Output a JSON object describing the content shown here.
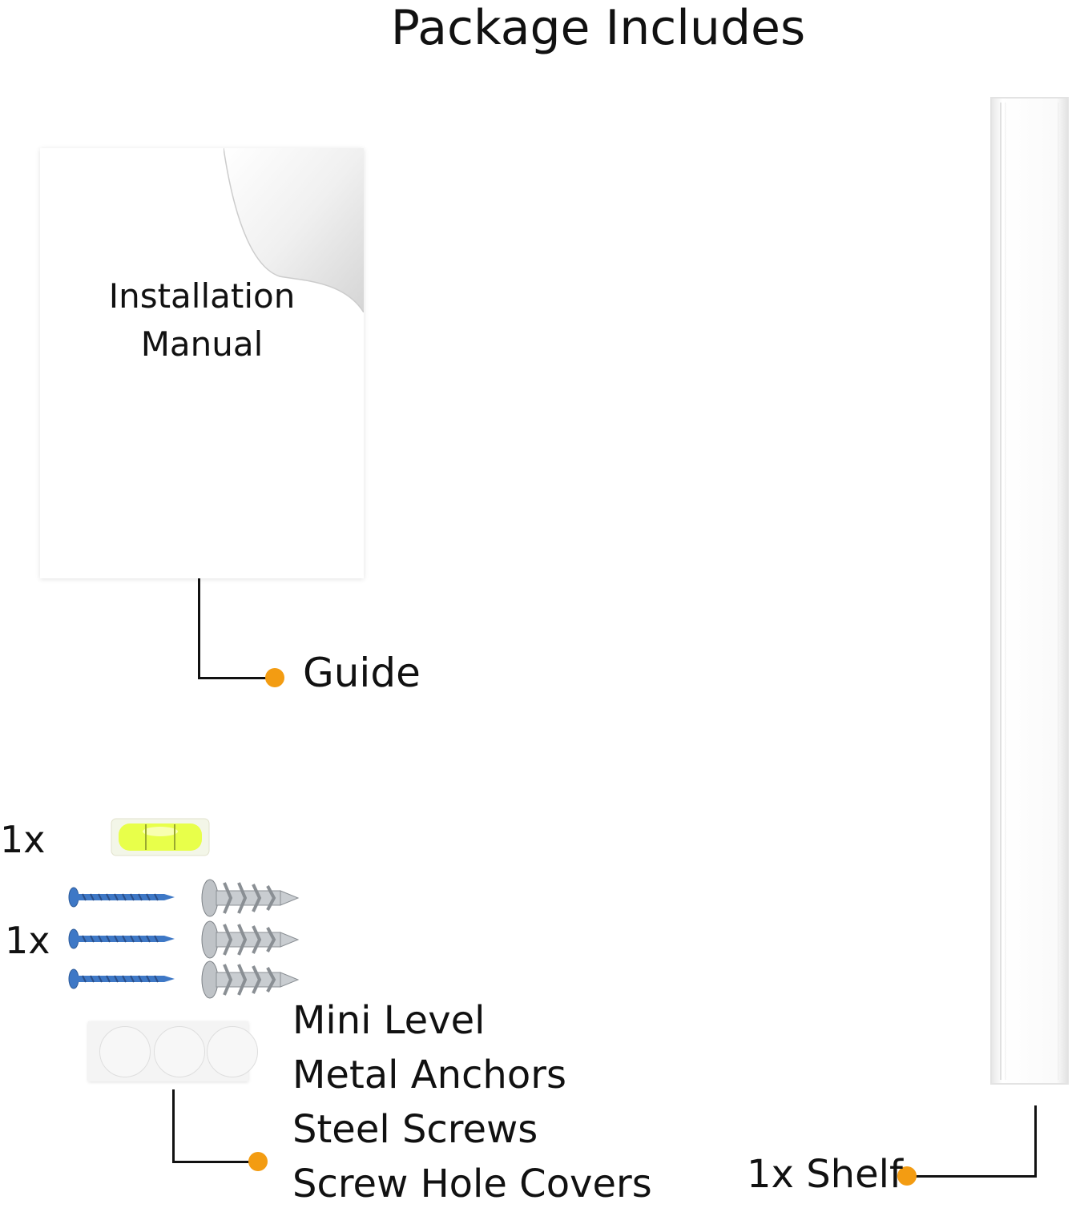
{
  "title": "Package Includes",
  "manual": {
    "line1": "Installation",
    "line2": "Manual"
  },
  "guide_label": "Guide",
  "hardware": {
    "level_qty": "1x",
    "screws_qty": "1x",
    "items": [
      "Mini Level",
      "Metal Anchors",
      "Steel Screws",
      "Screw Hole Covers"
    ]
  },
  "shelf_label": "1x Shelf",
  "colors": {
    "accent": "#F39C12",
    "text": "#111111",
    "level_fluid": "#E8FF4A",
    "screw": "#3E78C6"
  }
}
